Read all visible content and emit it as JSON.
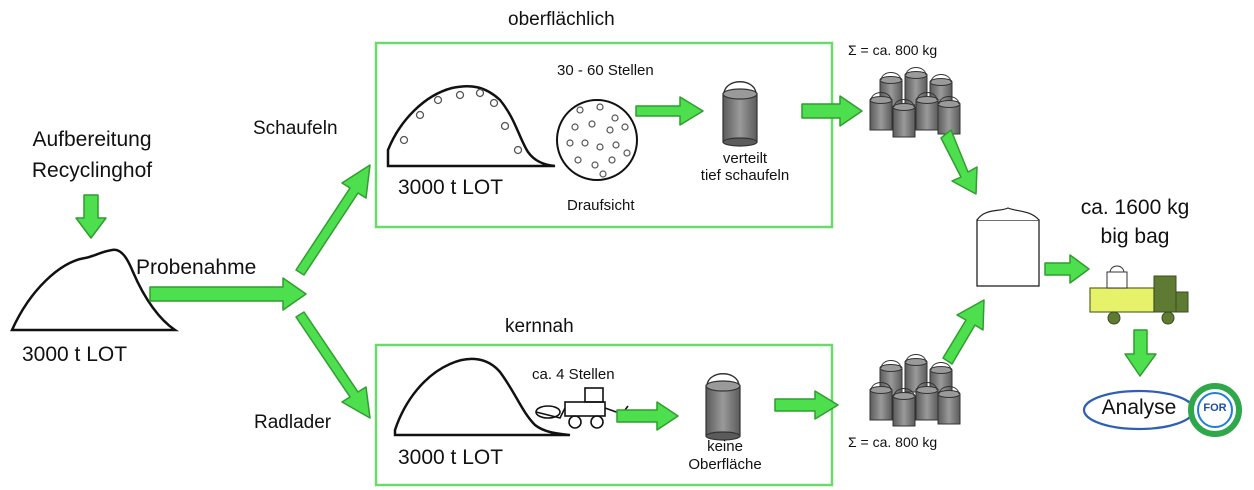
{
  "labels": {
    "source_line1": "Aufbereitung",
    "source_line2": "Recyclinghof",
    "pile_left": "3000 t  LOT",
    "sampling": "Probenahme",
    "shovels": "Schaufeln",
    "wheel_loader": "Radlader",
    "surface_title": "oberflächlich",
    "core_title": "kernnah",
    "surface_pile": "3000 t LOT",
    "core_pile": "3000 t LOT",
    "spots_30_60": "30 - 60 Stellen",
    "top_view": "Draufsicht",
    "distributed_line1": "verteilt",
    "distributed_line2": "tief schaufeln",
    "approx_4_spots": "ca. 4 Stellen",
    "no_surface_line1": "keine",
    "no_surface_line2": "Oberfläche",
    "sum_top": "Σ = ca. 800 kg",
    "sum_bottom": "Σ  = ca. 800 kg",
    "total_line1": "ca. 1600 kg",
    "total_line2": "big bag",
    "analysis": "Analyse",
    "logo_text": "FOR"
  },
  "colors": {
    "arrow_fill": "#4ddf4d",
    "arrow_stroke": "#2f9e2f",
    "box_border": "#6bd96b",
    "bucket": "#7a7a7a",
    "truck_cargo": "#e6f26a",
    "truck_cab": "#5e7a33",
    "analysis_border": "#2e5fb4"
  }
}
